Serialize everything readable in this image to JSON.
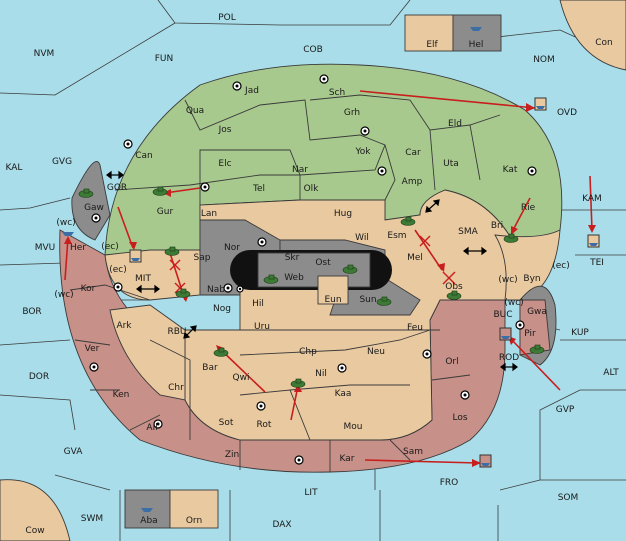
{
  "colors": {
    "sea": "#a8dde9",
    "tan": "#e9c9a0",
    "green": "#a8c98e",
    "rose": "#c79088",
    "grey": "#8c8c8c",
    "black": "#111111",
    "order_arrow": "#c81e1e"
  },
  "seas": [
    "POL",
    "COB",
    "NVM",
    "FUN",
    "NOM",
    "KAL",
    "GVG",
    "MVU",
    "BOR",
    "DOR",
    "GVA",
    "SWM",
    "LIT",
    "DAX",
    "FRO",
    "SOM",
    "ALT",
    "KUP",
    "GVP",
    "KAM",
    "OVD",
    "MIT",
    "RBU",
    "SMA",
    "GOR",
    "BUC",
    "ROD",
    "TEI"
  ],
  "corner_lands": {
    "con": "Con",
    "cow": "Cow"
  },
  "boxes": {
    "top": [
      "Elf",
      "Hel"
    ],
    "bottom": [
      "Aba",
      "Orn"
    ]
  },
  "provinces": {
    "green": [
      "Jad",
      "Sch",
      "Qua",
      "Jos",
      "Grh",
      "Eld",
      "Can",
      "Elc",
      "Nar",
      "Yok",
      "Car",
      "Uta",
      "Kat",
      "Tel",
      "Olk",
      "Amp",
      "Gur",
      "Lan",
      "Hug",
      "Rie",
      "Bri",
      "Esm"
    ],
    "tan": [
      "Wil",
      "Sap",
      "Mel",
      "Hil",
      "Uru",
      "Feu",
      "Chp",
      "Neu",
      "Ark",
      "Orl",
      "Chr",
      "Kaa",
      "Sot",
      "Mou",
      "Los",
      "Gwa",
      "Byn"
    ],
    "rose": [
      "Gaw",
      "Her",
      "Kor",
      "Nab",
      "Nog",
      "Ver",
      "Bar",
      "Qwi",
      "Nil",
      "Ken",
      "Ail",
      "Rot",
      "Zin",
      "Kar",
      "Sam",
      "Pir",
      "Obs"
    ],
    "grey": [
      "Nor",
      "Skr",
      "Ost",
      "Web",
      "Eun",
      "Sun"
    ]
  },
  "coast_tags": [
    "(wc)",
    "(ec)",
    "(ec)",
    "(wc)",
    "(wc)",
    "(ec)",
    "(wc)"
  ]
}
